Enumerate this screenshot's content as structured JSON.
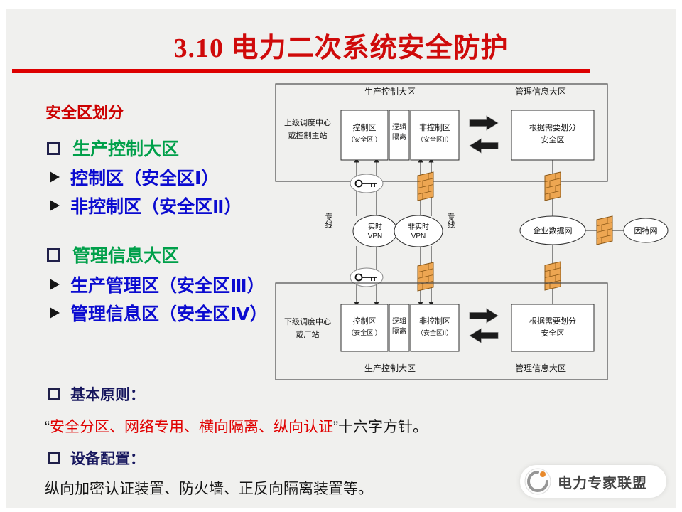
{
  "slide": {
    "title": "3.10 电力二次系统安全防护",
    "section_heading": "安全区划分",
    "groups": [
      {
        "title": "生产控制大区",
        "items": [
          "控制区（安全区Ⅰ）",
          "非控制区（安全区Ⅱ）"
        ]
      },
      {
        "title": "管理信息大区",
        "items": [
          "生产管理区（安全区Ⅲ）",
          "管理信息区（安全区Ⅳ）"
        ]
      }
    ],
    "principles": {
      "heading": "基本原则：",
      "quote_open": "“",
      "quote": "安全分区、网络专用、横向隔离、纵向认证",
      "quote_close": "”",
      "tail": "十六字方针。"
    },
    "devices": {
      "heading": "设备配置：",
      "text": "纵向加密认证装置、防火墙、正反向隔离装置等。"
    }
  },
  "diagram": {
    "zone_production": "生产控制大区",
    "zone_management": "管理信息大区",
    "upper_site": {
      "line1": "上级调度中心",
      "line2": "或控制主站"
    },
    "lower_site": {
      "line1": "下级调度中心",
      "line2": "或厂站"
    },
    "control_box": {
      "line1": "控制区",
      "line2": "（安全区I）"
    },
    "isolation_box": {
      "line1": "逻辑",
      "line2": "隔离"
    },
    "noncontrol_box": {
      "line1": "非控制区",
      "line2": "（安全区II）"
    },
    "partition_box": {
      "line1": "根据需要划分",
      "line2": "安全区"
    },
    "vpn_realtime": {
      "line1": "实时",
      "line2": "VPN"
    },
    "vpn_nonrealtime": {
      "line1": "非实时",
      "line2": "VPN"
    },
    "dedicated_line": "专线",
    "enterprise_network": "企业数据网",
    "internet": "因特网"
  },
  "watermark": {
    "label": "电力专家联盟"
  },
  "colors": {
    "title_red": "#cf0a0a",
    "accent_red": "#e00000",
    "green": "#00a04a",
    "blue": "#0b0bd0",
    "navy": "#17175e",
    "firewall_orange": "#eda652"
  }
}
